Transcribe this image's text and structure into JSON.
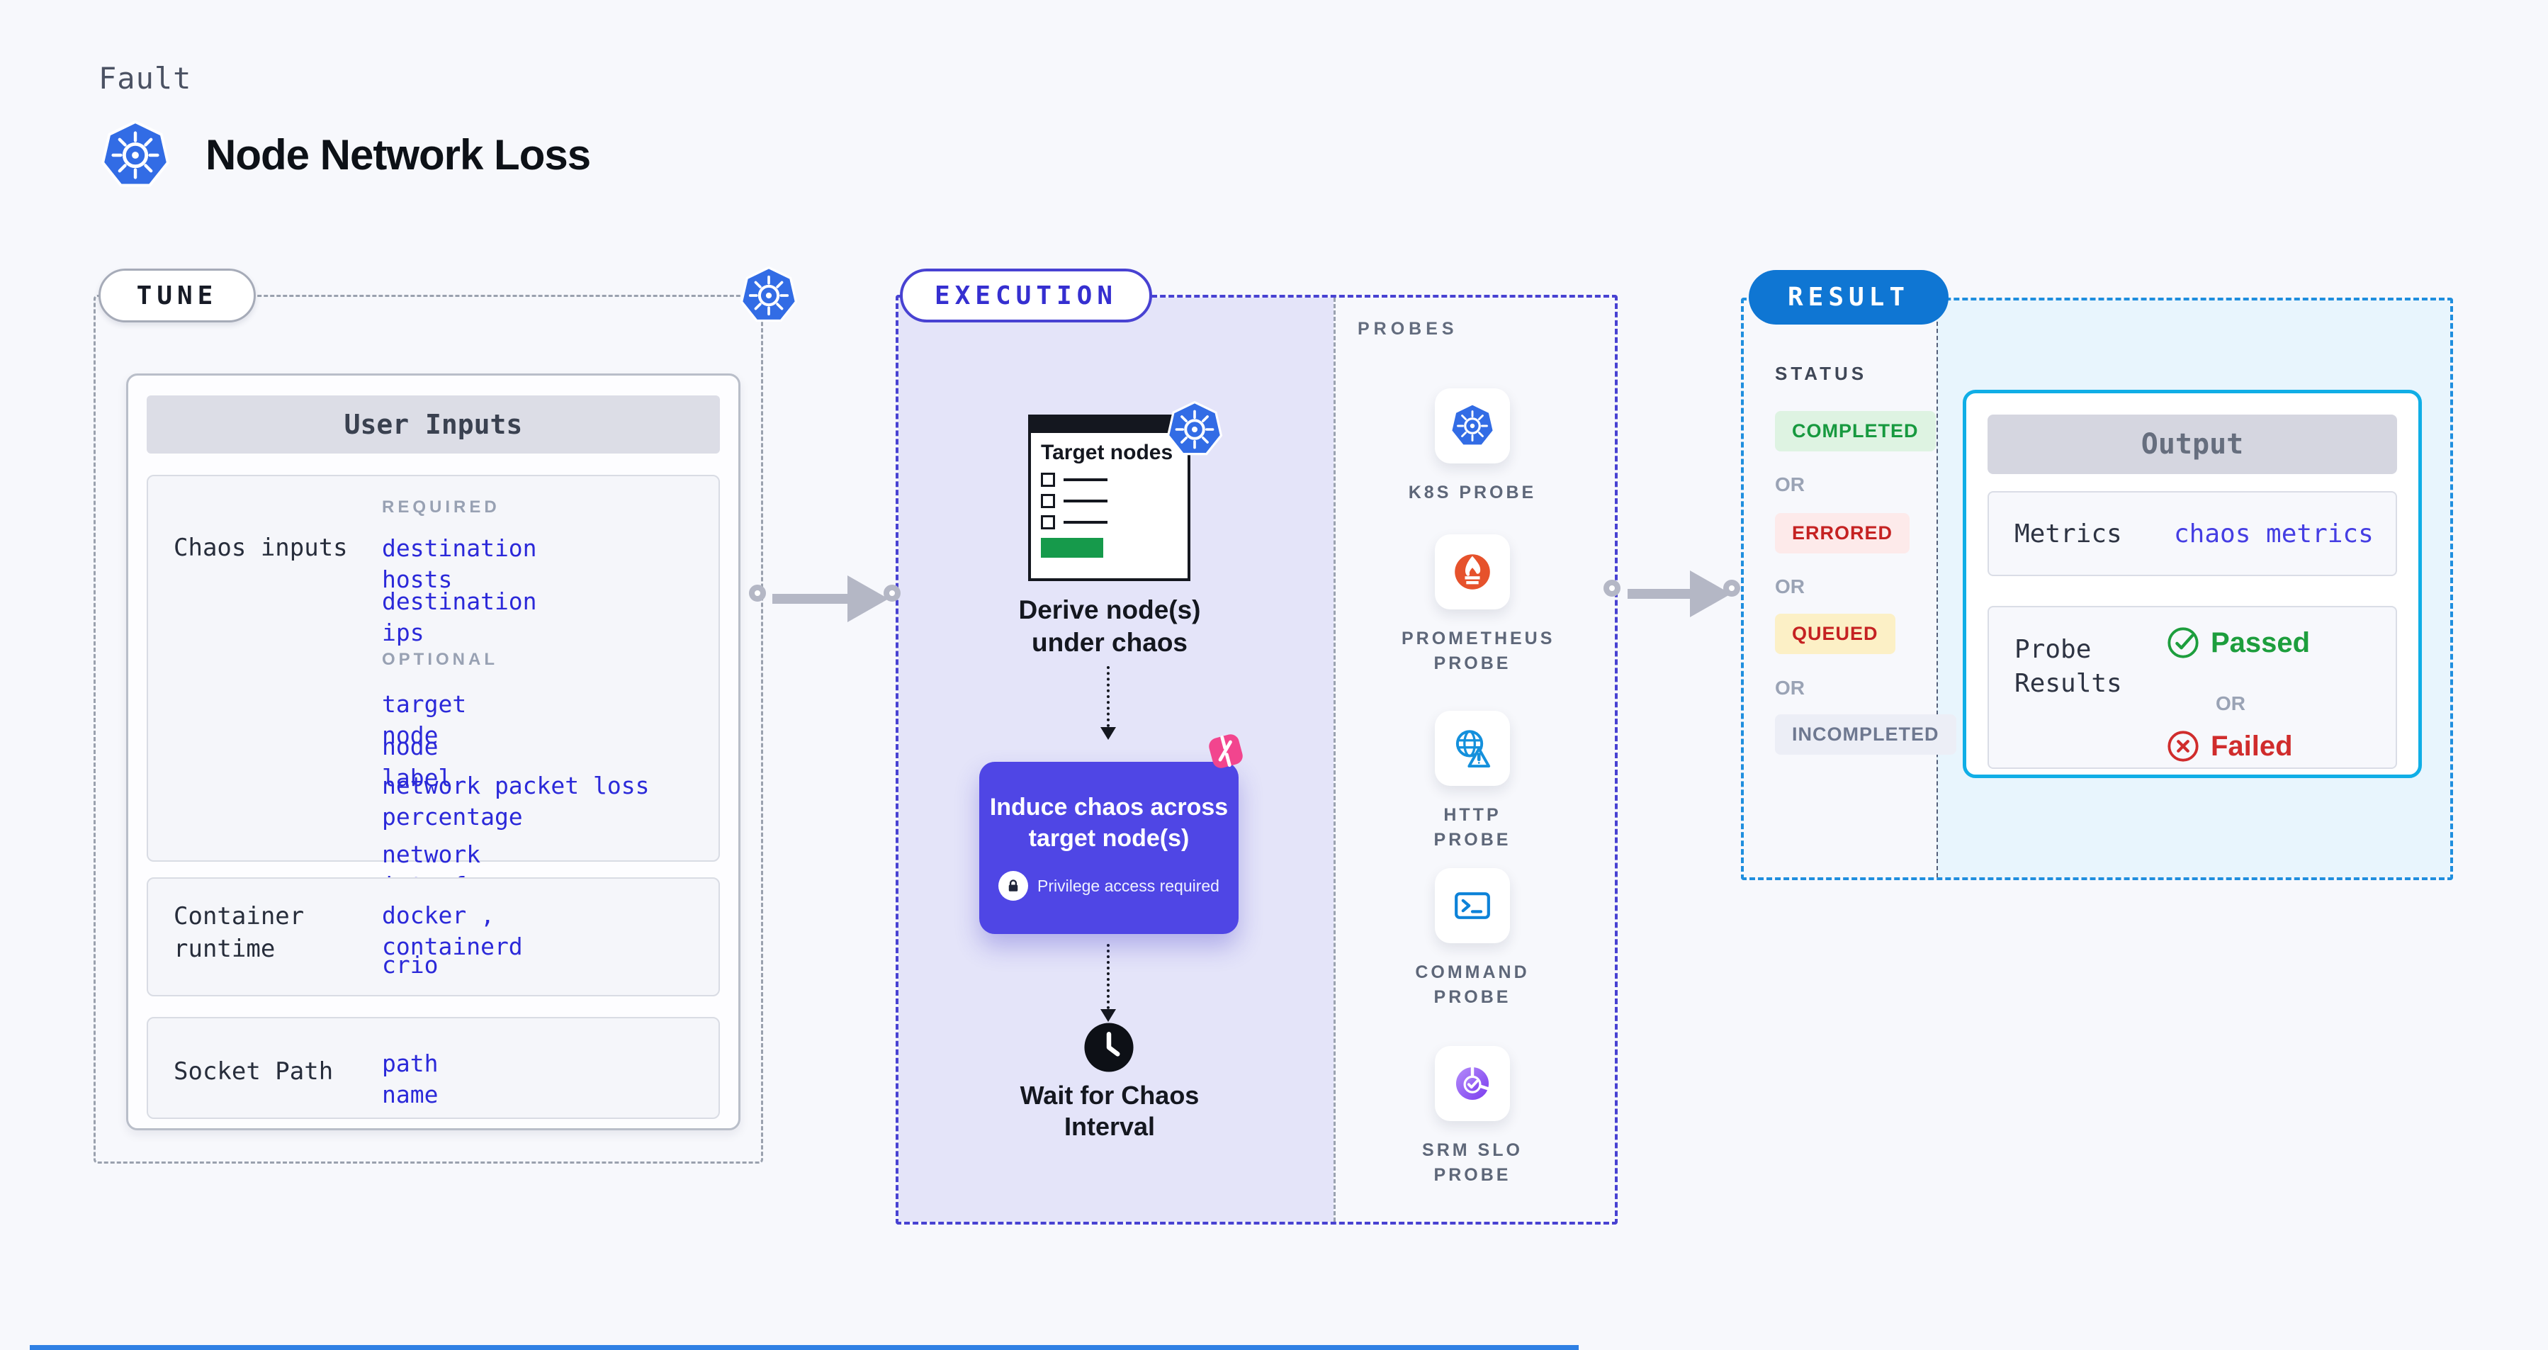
{
  "header": {
    "eyebrow": "Fault",
    "title": "Node Network Loss"
  },
  "tune": {
    "pill": "TUNE",
    "user_inputs_title": "User Inputs",
    "chaos": {
      "label": "Chaos inputs",
      "required_label": "REQUIRED",
      "required": [
        "destination hosts",
        "destination ips"
      ],
      "optional_label": "OPTIONAL",
      "optional": [
        "target node",
        "node label",
        "network packet loss percentage",
        "network interface"
      ]
    },
    "runtime": {
      "label": "Container runtime",
      "value_line1": "docker , containerd",
      "value_line2": "crio"
    },
    "socket": {
      "label": "Socket Path",
      "value": "path name"
    }
  },
  "execution": {
    "pill": "EXECUTION",
    "target_nodes_title": "Target nodes",
    "derive": "Derive node(s) under chaos",
    "induce": "Induce chaos across target node(s)",
    "privilege": "Privilege access required",
    "wait": "Wait for Chaos Interval"
  },
  "probes": {
    "label": "PROBES",
    "items": [
      "K8S PROBE",
      "PROMETHEUS PROBE",
      "HTTP PROBE",
      "COMMAND PROBE",
      "SRM SLO PROBE"
    ]
  },
  "result": {
    "pill": "RESULT",
    "status_label": "STATUS",
    "or": "OR",
    "statuses": [
      "COMPLETED",
      "ERRORED",
      "QUEUED",
      "INCOMPLETED"
    ],
    "output": {
      "title": "Output",
      "metrics_label": "Metrics",
      "metrics_value": "chaos metrics",
      "probe_results_label": "Probe Results",
      "passed": "Passed",
      "failed": "Failed"
    }
  },
  "colors": {
    "page_bg": "#f7f8fc",
    "tune_gray": "#9aa1ae",
    "execution_indigo": "#4842d2",
    "execution_fill": "#e4e4f9",
    "induce_bg": "#4f46e5",
    "chaos_pink": "#f2458e",
    "kubernetes_blue": "#326ce5",
    "prometheus_orange": "#e6522c",
    "http_blue": "#1490dc",
    "srm_purple": "#7a3bee",
    "result_blue": "#0f76d3",
    "result_dash": "#1f8ede",
    "result_fill": "#e8f5fd",
    "output_border": "#10aee6",
    "link_blue": "#2b29d9",
    "completed_green": "#17993f",
    "errored_red": "#c52222",
    "queued_bg": "#fcf0c6",
    "passed_green": "#1d9e3d",
    "failed_red": "#d02c2c",
    "green_bar": "#169a4b"
  }
}
